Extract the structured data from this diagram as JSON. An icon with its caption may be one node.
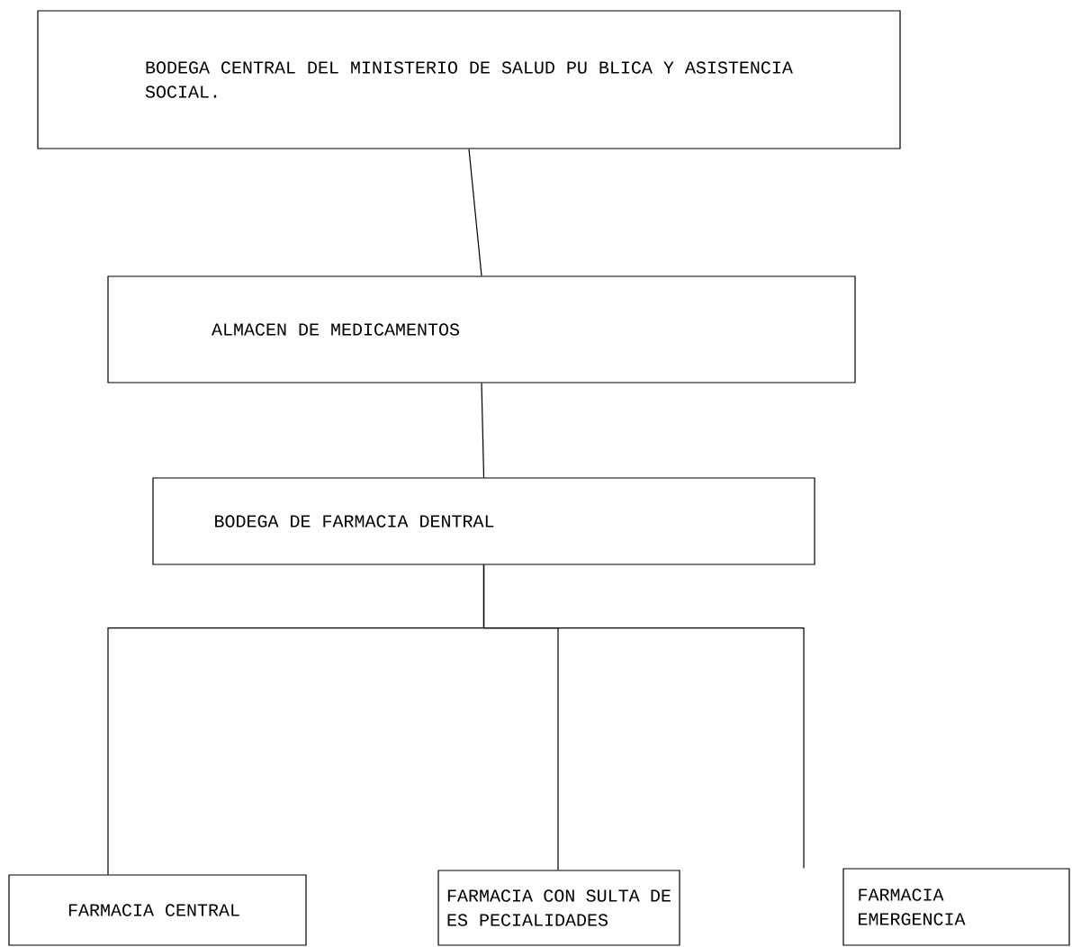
{
  "diagram": {
    "nodes": [
      {
        "text": [
          "BODEGA CENTRAL DEL MINISTERIO DE SALUD PU BLICA Y ASISTENCIA SOCIAL."
        ]
      },
      {
        "text": [
          "ALMACEN DE MEDICAMENTOS"
        ]
      },
      {
        "text": [
          "BODEGA DE FARMACIA DENTRAL"
        ]
      },
      {
        "text": [
          "FARMACIA CENTRAL"
        ]
      },
      {
        "text": [
          "FARMACIA CON SULTA DE ES PECIALIDADES"
        ]
      },
      {
        "text": [
          "FARMACIA EMERGENCIA"
        ]
      }
    ],
    "edges": [
      {
        "from": 0,
        "to": 1,
        "arrow": "none"
      },
      {
        "from": 1,
        "to": 2,
        "arrow": "none"
      },
      {
        "from": 2,
        "to": 3,
        "arrow": "none"
      },
      {
        "from": 2,
        "to": 4,
        "arrow": "none"
      },
      {
        "from": 2,
        "to": 5,
        "arrow": "none"
      }
    ]
  }
}
